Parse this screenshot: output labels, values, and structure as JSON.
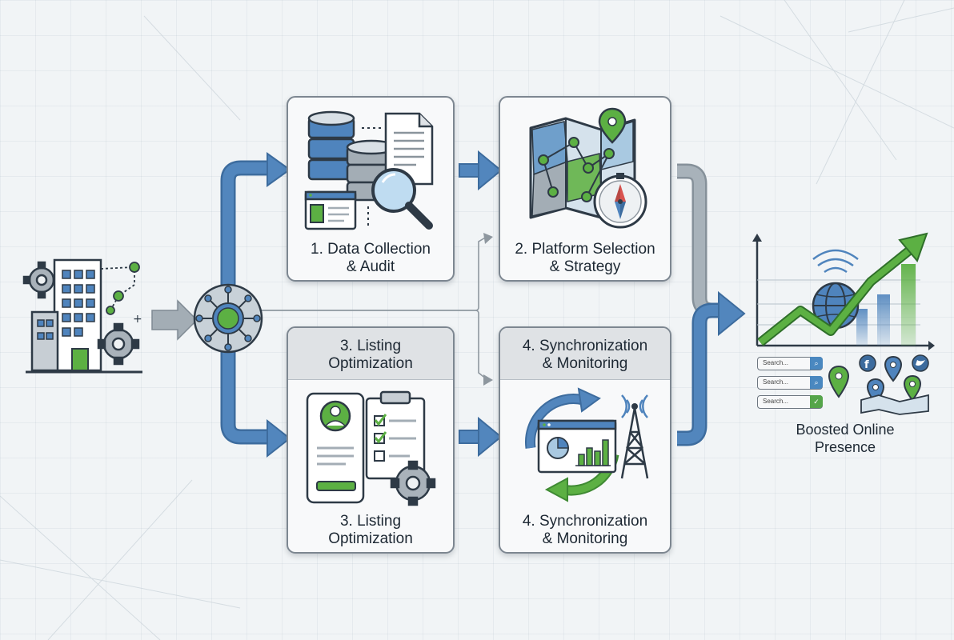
{
  "steps": [
    {
      "label": "1. Data Collection\n& Audit"
    },
    {
      "label": "2. Platform Selection\n& Strategy"
    },
    {
      "label": "3. Listing\nOptimization",
      "header": "3. Listing\nOptimization"
    },
    {
      "label": "4. Synchronization\n& Monitoring",
      "header": "4. Synchronization\n& Monitoring"
    }
  ],
  "output": {
    "label": "Boosted Online\nPresence"
  },
  "search_bars": [
    "Search...",
    "Search...",
    "Search..."
  ],
  "colors": {
    "arrow_blue": "#4c7eb4",
    "arrow_gray": "#a3adb5",
    "green": "#5cb043",
    "dark_outline": "#2e3a46"
  },
  "icons": {
    "input": "business-building-gears-icon",
    "hub": "distribution-hub-icon",
    "step1": "database-document-magnifier-icon",
    "step2": "map-compass-icon",
    "step3": "profile-checklist-gear-icon",
    "step4": "dashboard-sync-tower-icon",
    "output": "growth-chart-globe-icon",
    "social": [
      "facebook-icon",
      "twitter-icon"
    ]
  }
}
